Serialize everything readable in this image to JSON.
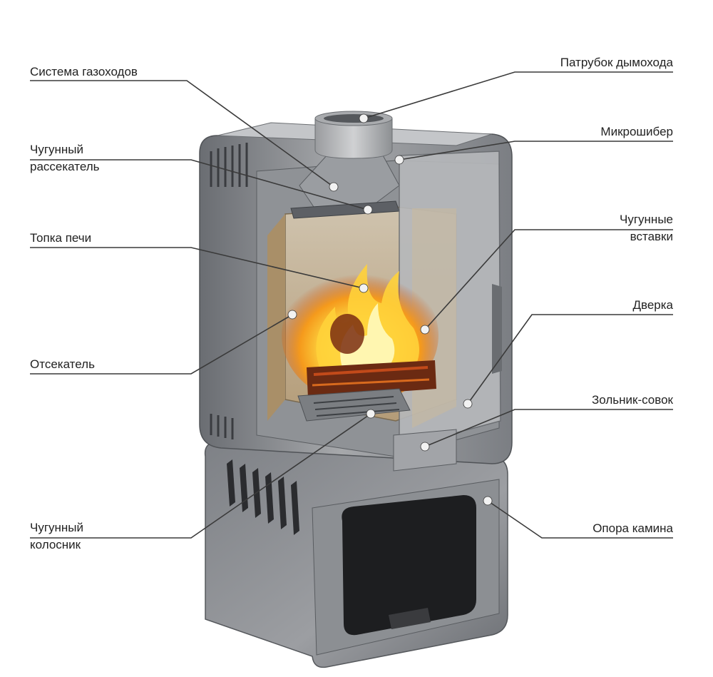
{
  "labels": {
    "gas_duct_system": "Система газоходов",
    "cast_iron_divider_line1": "Чугунный",
    "cast_iron_divider_line2": "рассекатель",
    "firebox": "Топка печи",
    "cutoff": "Отсекатель",
    "grate_line1": "Чугунный",
    "grate_line2": "колосник",
    "chimney_pipe": "Патрубок дымохода",
    "micro_damper": "Микрошибер",
    "cast_iron_inserts_line1": "Чугунные",
    "cast_iron_inserts_line2": "вставки",
    "door": "Дверка",
    "ash_pan": "Зольник-совок",
    "fireplace_support": "Опора камина"
  },
  "colors": {
    "leader_line": "#3a3a3a",
    "steel_dark": "#5d6066",
    "steel_mid": "#8a8d92",
    "steel_light": "#b7b9bc",
    "interior": "#c9b79b",
    "fire_core": "#fff27a",
    "fire_outer": "#e8731a",
    "marker": "#f2f2f2"
  }
}
